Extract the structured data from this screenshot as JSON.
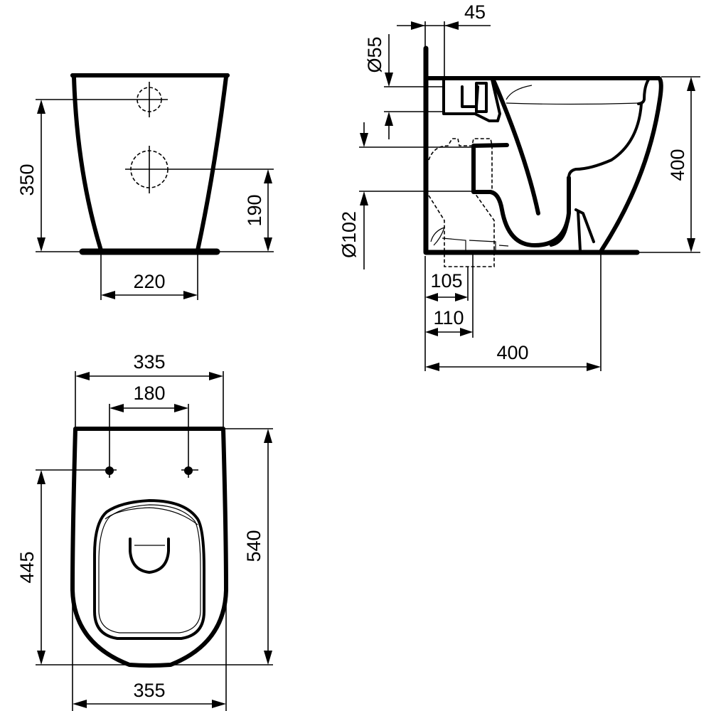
{
  "drawing": {
    "subject": "Floor-standing toilet dimension drawing",
    "line_color": "#000000",
    "background": "#ffffff",
    "units": "mm"
  },
  "front_view": {
    "label": "front-view",
    "dims": {
      "height_inlet_upper": "350",
      "height_outlet": "190",
      "base_width": "220"
    }
  },
  "side_view": {
    "label": "side-view",
    "dims": {
      "inlet_offset": "45",
      "inlet_diameter": "Ø55",
      "outlet_diameter": "Ø102",
      "height": "400",
      "outlet_dist_a": "105",
      "outlet_dist_b": "110",
      "depth": "400"
    }
  },
  "top_view": {
    "label": "top-view",
    "dims": {
      "top_width": "335",
      "hinge_spacing": "180",
      "depth": "540",
      "hinge_to_front": "445",
      "max_width": "355"
    }
  }
}
